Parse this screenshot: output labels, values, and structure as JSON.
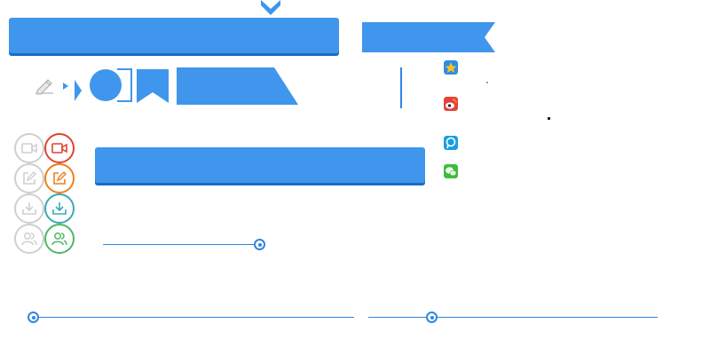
{
  "colors": {
    "primary": "#3f96ec",
    "primary_shadow": "#1b6cc4",
    "accent_line": "#2f86e3",
    "gray_icon": "#cfcfcf",
    "video_red": "#e0432f",
    "edit_orange": "#f07d1b",
    "download_teal": "#3aa8b6",
    "users_green": "#4bb862"
  },
  "icons": {
    "top": "chevron-down-icon",
    "pencil": "pencil-icon",
    "triangle": "triangle-right-icon",
    "grid": [
      [
        "video-camera-icon-gray",
        "video-camera-icon-red"
      ],
      [
        "edit-icon-gray",
        "edit-icon-orange"
      ],
      [
        "download-icon-gray",
        "download-icon-teal"
      ],
      [
        "users-icon-gray",
        "users-icon-green"
      ]
    ],
    "social": [
      "qzone-icon",
      "weibo-icon",
      "pengyou-icon",
      "wechat-icon"
    ]
  },
  "sliders": [
    {
      "value": 1.0
    },
    {
      "value": 0.0
    },
    {
      "value": 0.22
    }
  ]
}
